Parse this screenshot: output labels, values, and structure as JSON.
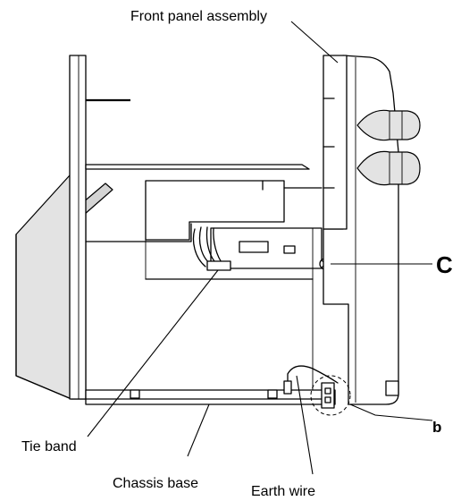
{
  "labels": {
    "front_panel": "Front panel assembly",
    "screw_callout": "C",
    "detail_callout": "b",
    "tie_band": "Tie band",
    "chassis_base": "Chassis base",
    "earth_wire": "Earth wire"
  }
}
